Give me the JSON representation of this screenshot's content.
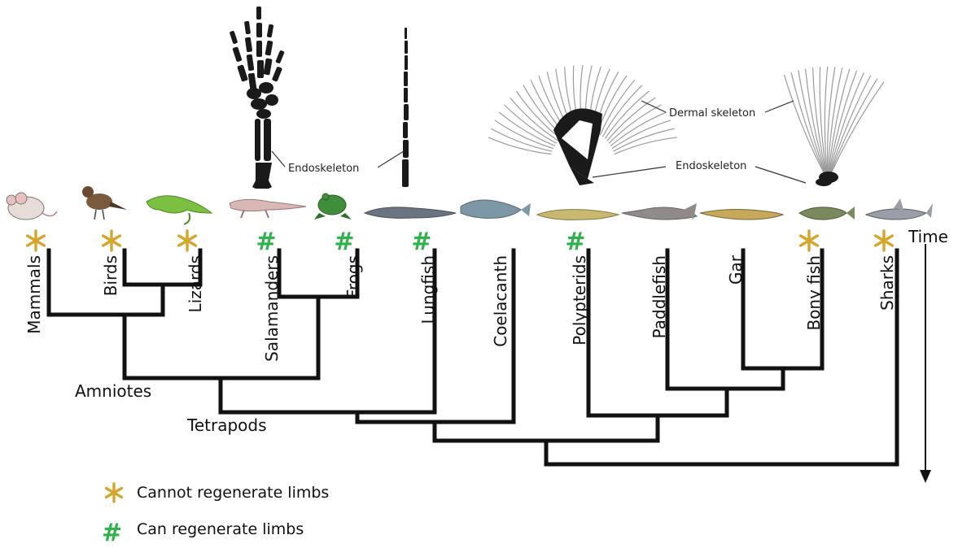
{
  "colors": {
    "cannot_regenerate": "#D4A72C",
    "can_regenerate": "#2DB34A",
    "tree": "#111111",
    "dermal_rays": "#9a9a9a"
  },
  "taxa": [
    {
      "name": "Mammals",
      "marker": "asterisk",
      "animal": "mouse-icon"
    },
    {
      "name": "Birds",
      "marker": "asterisk",
      "animal": "bird-icon"
    },
    {
      "name": "Lizards",
      "marker": "asterisk",
      "animal": "lizard-icon"
    },
    {
      "name": "Salamanders",
      "marker": "hash",
      "animal": "salamander-icon"
    },
    {
      "name": "Frogs",
      "marker": "hash",
      "animal": "frog-icon"
    },
    {
      "name": "Lungfish",
      "marker": "hash",
      "animal": "lungfish-icon"
    },
    {
      "name": "Coelacanth",
      "marker": "none",
      "animal": "coelacanth-icon"
    },
    {
      "name": "Polypterids",
      "marker": "hash",
      "animal": "polypterid-icon"
    },
    {
      "name": "Paddlefish",
      "marker": "none",
      "animal": "paddlefish-icon"
    },
    {
      "name": "Gar",
      "marker": "none",
      "animal": "gar-icon"
    },
    {
      "name": "Bony fish",
      "marker": "asterisk",
      "animal": "bony-fish-icon"
    },
    {
      "name": "Sharks",
      "marker": "asterisk",
      "animal": "shark-icon"
    }
  ],
  "clades": {
    "amniotes": "Amniotes",
    "tetrapods": "Tetrapods"
  },
  "annotations": {
    "endoskeleton_limb": "Endoskeleton",
    "dermal_skeleton": "Dermal skeleton",
    "endoskeleton_fin": "Endoskeleton"
  },
  "time_label": "Time",
  "legend": {
    "hash_symbol": "#",
    "cannot": "Cannot regenerate limbs",
    "can": "Can regenerate limbs"
  }
}
